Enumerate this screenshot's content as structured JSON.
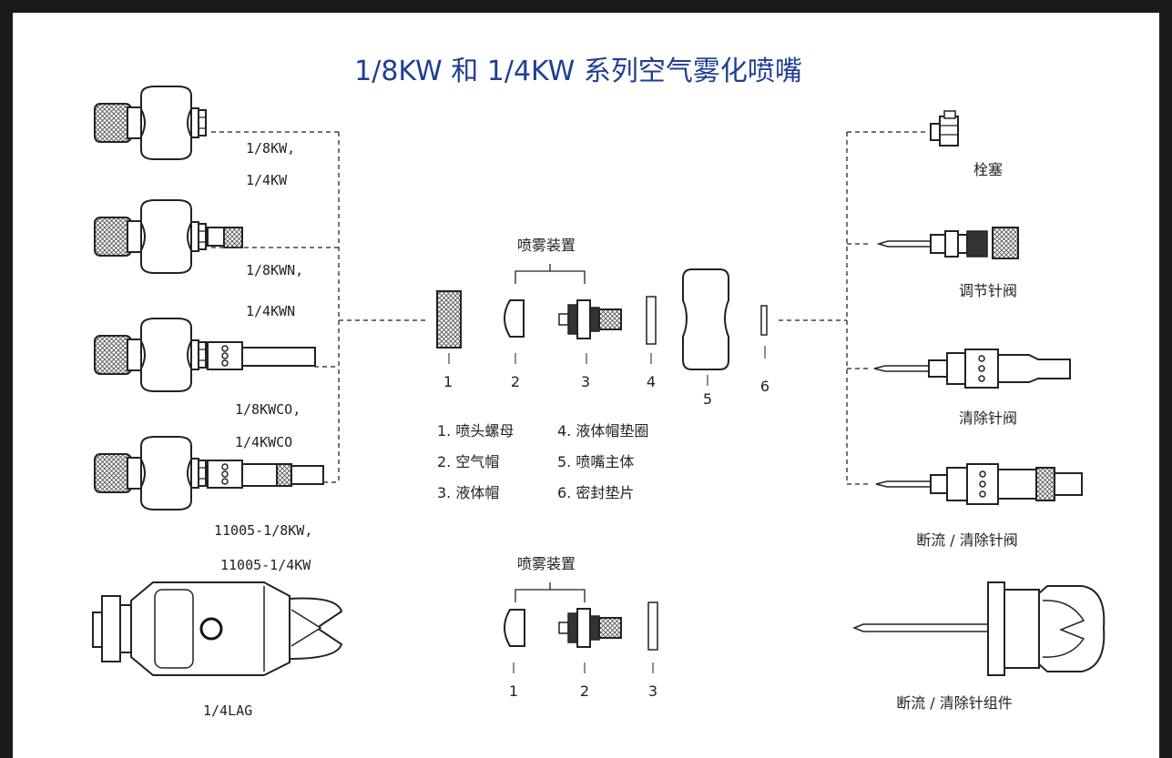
{
  "title": "1/8KW 和 1/4KW 系列空气雾化喷嘴",
  "nozzles": [
    {
      "label1": "1/8KW,",
      "label2": "1/4KW"
    },
    {
      "label1": "1/8KWN,",
      "label2": "1/4KWN"
    },
    {
      "label1": "1/8KWCO,",
      "label2": "1/4KWCO"
    },
    {
      "label1": "11005-1/8KW,",
      "label2": "11005-1/4KW"
    },
    {
      "label1": "1/4LAG"
    }
  ],
  "spray_setup_label": "喷雾装置",
  "part_numbers_top": [
    "1",
    "2",
    "3",
    "4",
    "5",
    "6"
  ],
  "legend": [
    "1. 喷头螺母",
    "2. 空气帽",
    "3. 液体帽",
    "4. 液体帽垫圈",
    "5. 喷嘴主体",
    "6. 密封垫片"
  ],
  "spray_setup_label_bottom": "喷雾装置",
  "part_numbers_bottom": [
    "1",
    "2",
    "3"
  ],
  "options": [
    {
      "label": "栓塞"
    },
    {
      "label": "调节针阀"
    },
    {
      "label": "清除针阀"
    },
    {
      "label": "断流 / 清除针阀"
    },
    {
      "label": "断流 / 清除针组件"
    }
  ],
  "colors": {
    "title": "#1f3f93",
    "frame": "#1a1a1a"
  }
}
